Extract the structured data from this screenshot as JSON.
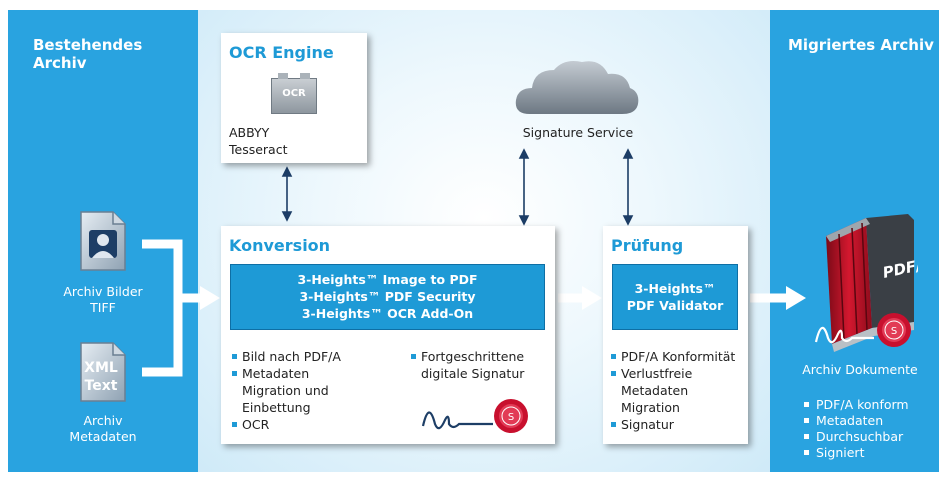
{
  "left": {
    "title": "Bestehendes Archiv",
    "image_label": "Archiv Bilder TIFF",
    "xml_icon_text_1": "XML",
    "xml_icon_text_2": "Text",
    "metadata_label": "Archiv Metadaten"
  },
  "ocr": {
    "title": "OCR Engine",
    "chip_label": "OCR",
    "engines": [
      "ABBYY",
      "Tesseract"
    ]
  },
  "signature_service": {
    "label": "Signature Service"
  },
  "konversion": {
    "title": "Konversion",
    "products": [
      "3-Heights™ Image to PDF",
      "3-Heights™ PDF Security",
      "3-Heights™ OCR Add-On"
    ],
    "features_left": [
      "Bild nach PDF/A",
      "Metadaten Migration und Einbettung",
      "OCR"
    ],
    "features_right": [
      "Fortgeschrittene digitale Signatur"
    ]
  },
  "pruefung": {
    "title": "Prüfung",
    "product": [
      "3-Heights™",
      "PDF Validator"
    ],
    "features": [
      "PDF/A Konformität",
      "Verlustfreie Metadaten Migration",
      "Signatur"
    ]
  },
  "right": {
    "title": "Migriertes Archiv",
    "books_label": "PDF/A",
    "archive_label": "Archiv Dokumente",
    "features": [
      "PDF/A konform",
      "Metadaten",
      "Durchsuchbar",
      "Signiert"
    ]
  },
  "colors": {
    "accent": "#1e9ad6",
    "panel": "#29a3e0",
    "arrow": "#1c3d66",
    "seal": "#c8102e"
  }
}
